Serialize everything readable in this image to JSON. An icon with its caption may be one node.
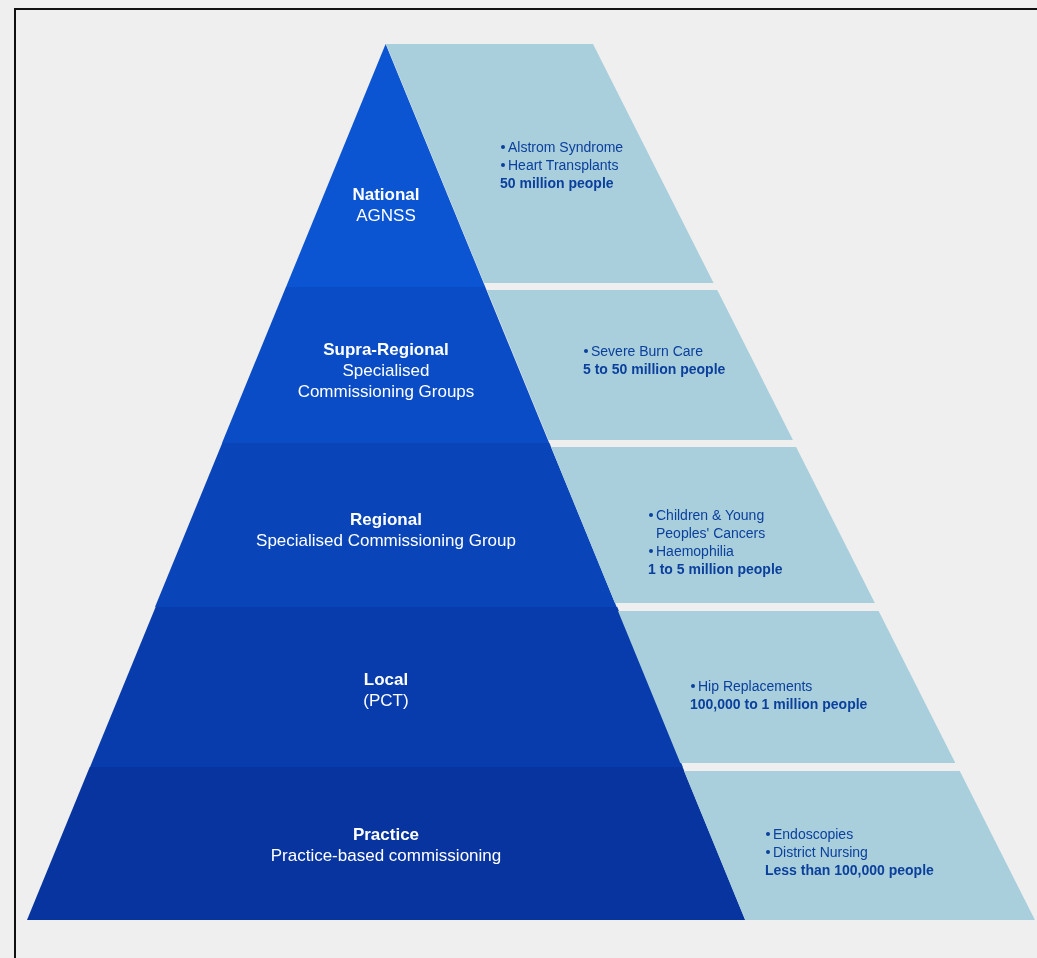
{
  "diagram": {
    "nodes": [
      {
        "text": [
          "National",
          "AGNSS"
        ]
      },
      {
        "text": [
          "Alstrom Syndrome",
          "Heart Transplants",
          "50 million people"
        ]
      },
      {
        "text": [
          "Supra-Regional",
          "Specialised Commissioning Groups"
        ]
      },
      {
        "text": [
          "Severe Burn Care",
          "5 to 50 million people"
        ]
      },
      {
        "text": [
          "Regional",
          "Specialised Commissioning Group"
        ]
      },
      {
        "text": [
          "Children & Young Peoples' Cancers",
          "Haemophilia",
          "1 to 5 million people"
        ]
      },
      {
        "text": [
          "Local",
          "(PCT)"
        ]
      },
      {
        "text": [
          "Hip Replacements",
          "100,000 to 1 million people"
        ]
      },
      {
        "text": [
          "Practice",
          "Practice-based commissioning"
        ]
      },
      {
        "text": [
          "Endoscopies",
          "District Nursing",
          "Less than 100,000 people"
        ]
      }
    ]
  }
}
